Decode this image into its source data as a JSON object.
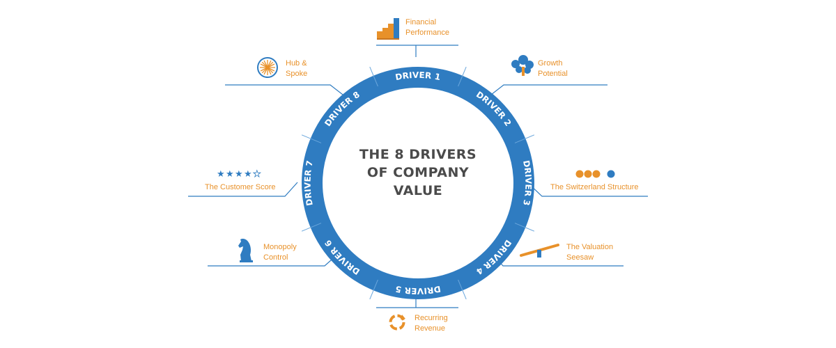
{
  "center_title": [
    "THE 8 DRIVERS",
    "OF COMPANY",
    "VALUE"
  ],
  "drivers": [
    "DRIVER 1",
    "DRIVER 2",
    "DRIVER 3",
    "DRIVER 4",
    "DRIVER 5",
    "DRIVER 6",
    "DRIVER 7",
    "DRIVER 8"
  ],
  "labels": {
    "financial": [
      "Financial",
      "Performance"
    ],
    "growth": [
      "Growth",
      "Potential"
    ],
    "switzerland": [
      "The Switzerland Structure"
    ],
    "valuation": [
      "The Valuation",
      "Seesaw"
    ],
    "recurring": [
      "Recurring",
      "Revenue"
    ],
    "monopoly": [
      "Monopoly",
      "Control"
    ],
    "customer": [
      "The Customer Score"
    ],
    "hub": [
      "Hub &",
      "Spoke"
    ]
  },
  "icons": {
    "financial": "bar-chart-icon",
    "growth": "tree-icon",
    "switzerland": "dots-icon",
    "valuation": "seesaw-icon",
    "recurring": "cycle-icon",
    "monopoly": "chess-knight-icon",
    "customer": "star-rating-icon",
    "hub": "hub-wheel-icon"
  },
  "colors": {
    "ring": "#2f7cc1",
    "accent": "#e8912a",
    "text": "#4a4a4a",
    "background": "#ffffff"
  }
}
